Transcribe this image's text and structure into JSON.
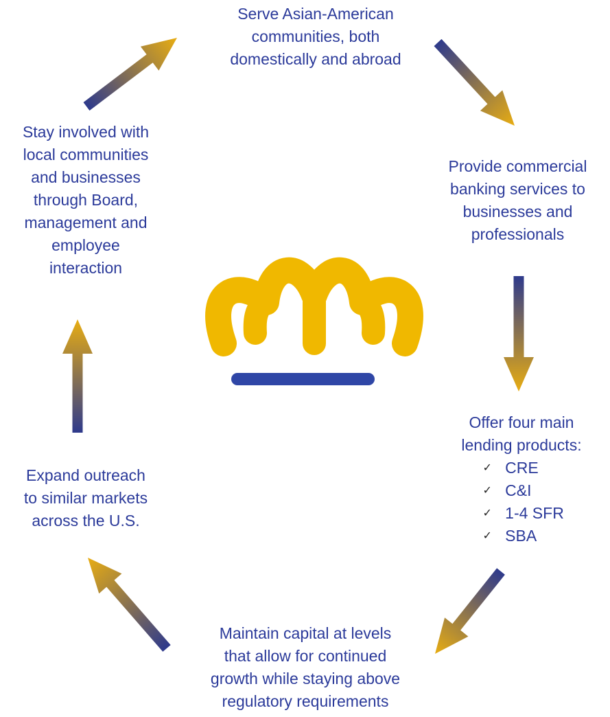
{
  "nodes": {
    "serve": [
      "Serve Asian-American",
      "communities, both",
      "domestically and abroad"
    ],
    "provide": [
      "Provide commercial",
      "banking services to",
      "businesses and",
      "professionals"
    ],
    "offer": {
      "lines": [
        "Offer four main",
        "lending products:"
      ],
      "products": [
        "CRE",
        "C&I",
        "1-4 SFR",
        "SBA"
      ]
    },
    "maintain": [
      "Maintain capital at levels",
      "that allow for continued",
      "growth while staying above",
      "regulatory requirements"
    ],
    "expand": [
      "Expand outreach",
      "to similar markets",
      "across the U.S."
    ],
    "stay": [
      "Stay involved with",
      "local communities",
      "and businesses",
      "through Board,",
      "management and",
      "employee",
      "interaction"
    ]
  },
  "icons": {
    "check": "checkmark-icon",
    "logo": "crown-icon"
  },
  "colors": {
    "text": "#2b3a9a",
    "navy": "#2e3a8c",
    "gold": "#e8ad12",
    "crown": "#f0b800",
    "crown_base": "#2f46a6"
  }
}
